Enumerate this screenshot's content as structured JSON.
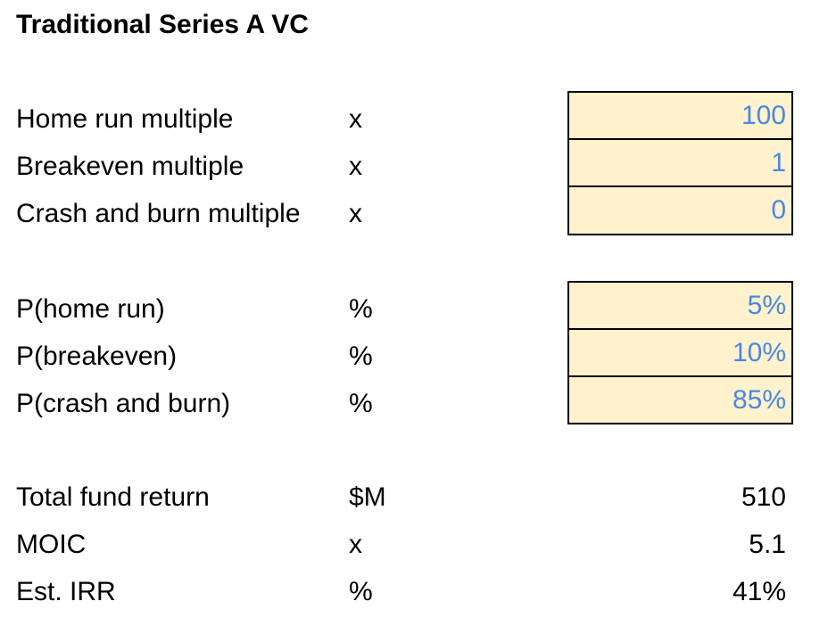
{
  "title": "Traditional Series A VC",
  "multiples": [
    {
      "label": "Home run multiple",
      "unit": "x",
      "value": "100"
    },
    {
      "label": "Breakeven multiple",
      "unit": "x",
      "value": "1"
    },
    {
      "label": "Crash and burn multiple",
      "unit": "x",
      "value": "0"
    }
  ],
  "probabilities": [
    {
      "label": "P(home run)",
      "unit": "%",
      "value": "5%"
    },
    {
      "label": "P(breakeven)",
      "unit": "%",
      "value": "10%"
    },
    {
      "label": "P(crash and burn)",
      "unit": "%",
      "value": "85%"
    }
  ],
  "results": [
    {
      "label": "Total fund return",
      "unit": "$M",
      "value": "510"
    },
    {
      "label": "MOIC",
      "unit": "x",
      "value": "5.1"
    },
    {
      "label": "Est. IRR",
      "unit": "%",
      "value": "41%"
    }
  ],
  "colors": {
    "input_fill": "#fff2cc",
    "input_text": "#4a86e8",
    "border": "#000000"
  }
}
